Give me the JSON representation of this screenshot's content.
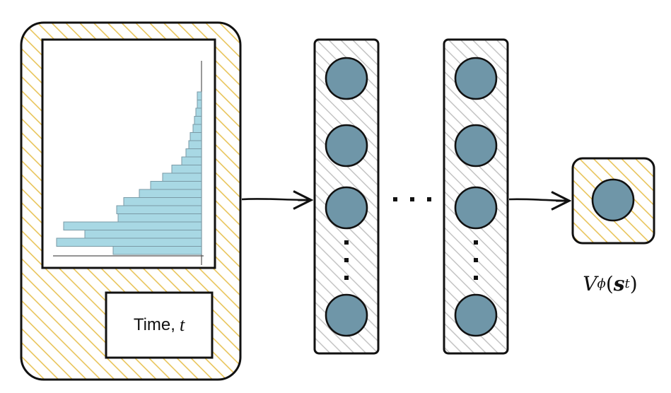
{
  "input_panel": {
    "time_label": "Time,",
    "time_var": "t",
    "histogram_bar_lengths": [
      6,
      6,
      8,
      10,
      12,
      16,
      18,
      22,
      28,
      42,
      55,
      72,
      88,
      110,
      120,
      118,
      195,
      165,
      205,
      125
    ],
    "colors": {
      "panel_hatch": "#e8c45a",
      "bar_fill": "#a8d8e4",
      "bar_stroke": "#7a9aa6"
    }
  },
  "hidden_layer_1": {
    "node_count_visible": 4,
    "ellipsis": "⋮"
  },
  "layer_gap_ellipsis": "· · ·",
  "hidden_layer_2": {
    "node_count_visible": 4,
    "ellipsis": "⋮"
  },
  "output": {
    "value_symbol": "V",
    "value_subscript": "ϕ",
    "value_open": "(",
    "value_arg": "s",
    "value_arg_subscript": "t",
    "value_close": ")"
  },
  "colors": {
    "node_fill": "#6f96a8",
    "layer_hatch": "#c8c8c8",
    "stroke": "#111111"
  }
}
